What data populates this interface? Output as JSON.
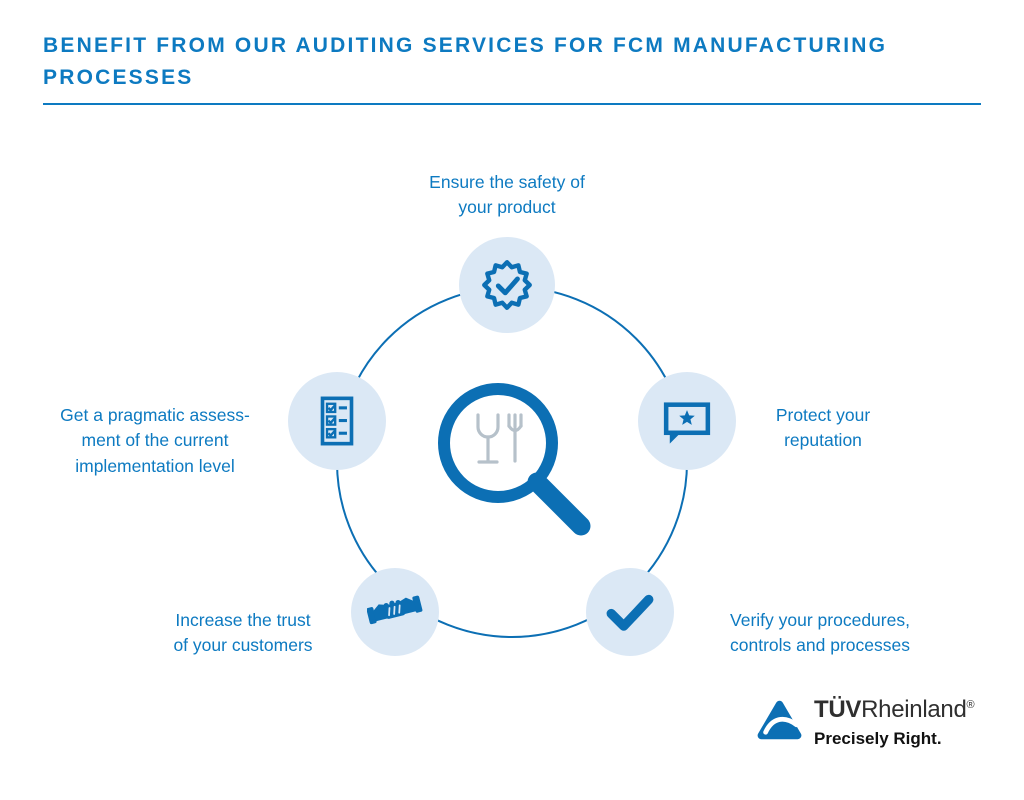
{
  "colors": {
    "primary": "#0c6fb4",
    "heading": "#0d7ac1",
    "node-bg": "#dbe8f5",
    "glyph-gray": "#b6c1ca",
    "logo-text": "#2f2f2f",
    "tagline": "#111111"
  },
  "header": {
    "title": "BENEFIT FROM OUR AUDITING SERVICES FOR FCM MANUFACTURING PROCESSES"
  },
  "diagram": {
    "center_icon": "magnifier-over-glass-and-fork-symbol",
    "nodes": [
      {
        "icon": "badge-check",
        "label": "Ensure the safety of\nyour product"
      },
      {
        "icon": "checklist",
        "label": "Get a pragmatic assess-\nment of the current\nimplementation level"
      },
      {
        "icon": "board-star",
        "label": "Protect your\nreputation"
      },
      {
        "icon": "handshake",
        "label": "Increase the trust\nof your customers"
      },
      {
        "icon": "checkmark",
        "label": "Verify your procedures,\ncontrols and processes"
      }
    ]
  },
  "logo": {
    "brand_bold": "TÜV",
    "brand_regular": "Rheinland",
    "registered": "®",
    "tagline": "Precisely Right."
  }
}
